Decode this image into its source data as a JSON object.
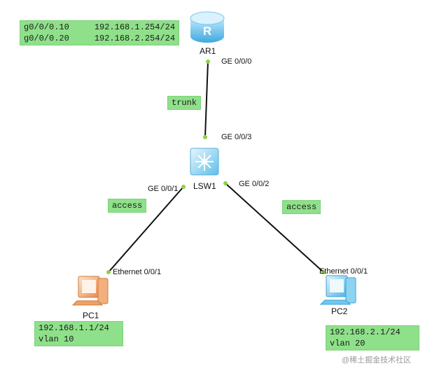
{
  "devices": {
    "router": {
      "name": "AR1"
    },
    "switch": {
      "name": "LSW1"
    },
    "pc1": {
      "name": "PC1"
    },
    "pc2": {
      "name": "PC2"
    }
  },
  "ports": {
    "ar1_ge000": "GE 0/0/0",
    "lsw_ge003": "GE 0/0/3",
    "lsw_ge001": "GE 0/0/1",
    "lsw_ge002": "GE 0/0/2",
    "pc1_eth": "Ethernet 0/0/1",
    "pc2_eth": "Ethernet 0/0/1"
  },
  "notes": {
    "router_interfaces": [
      "g0/0/0.10     192.168.1.254/24",
      "g0/0/0.20     192.168.2.254/24"
    ],
    "trunk": "trunk",
    "access_left": "access",
    "access_right": "access",
    "pc1_info": [
      "192.168.1.1/24",
      "vlan 10"
    ],
    "pc2_info": [
      "192.168.2.1/24",
      "vlan 20"
    ]
  },
  "watermark": "@稀土掘金技术社区",
  "colors": {
    "note_bg": "#8fe08a",
    "link": "#111111",
    "port_dot": "#8cd24a",
    "router": "#4fb6e6",
    "switch": "#6cc4ee",
    "pc1": "#f0a060",
    "pc2": "#6ec8f0"
  }
}
